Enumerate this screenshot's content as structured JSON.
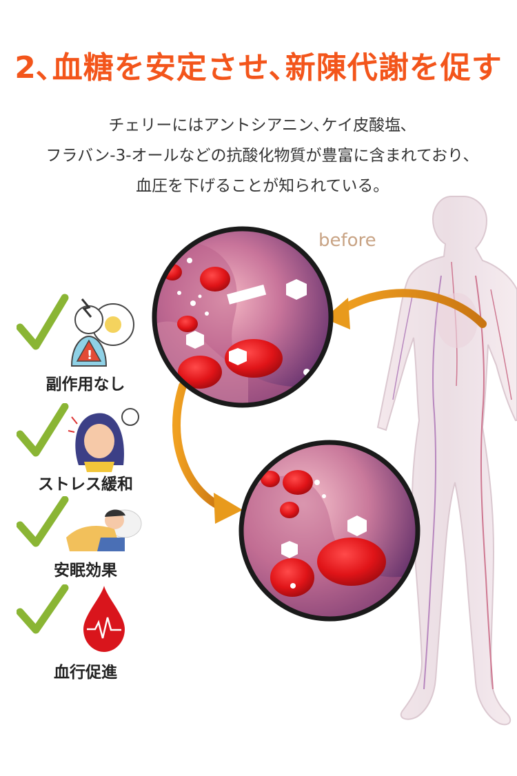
{
  "headline": "2､血糖を安定させ､新陳代謝を促す",
  "description": {
    "line1": "チェリーにはアントシアニン､ケイ皮酸塩､",
    "line2": "フラバン-3-オールなどの抗酸化物質が豊富に含まれており､",
    "line3": "血圧を下げることが知られている｡"
  },
  "illustration": {
    "before_label": "before"
  },
  "benefits": [
    {
      "label": "副作用なし",
      "icon": "warning-person-icon"
    },
    {
      "label": "ストレス緩和",
      "icon": "stressed-woman-icon"
    },
    {
      "label": "安眠効果",
      "icon": "sleeping-person-icon"
    },
    {
      "label": "血行促進",
      "icon": "blood-drop-icon"
    }
  ],
  "colors": {
    "headline": "#f3551b",
    "check": "#8ab534",
    "arrow": "#e89a1c",
    "blood": "#d9151c"
  }
}
